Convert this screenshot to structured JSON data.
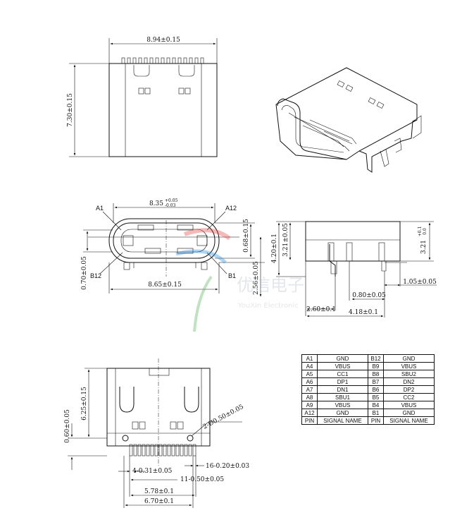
{
  "top_view": {
    "width_dim": "8.94±0.15",
    "height_dim": "7.30±0.15"
  },
  "front_view": {
    "opening_dim_main": "8.35",
    "opening_dim_tol_upper": "+0.05",
    "opening_dim_tol_lower": "-0.03",
    "overall_width_dim": "8.65±0.15",
    "pin_a1_label": "A1",
    "pin_a12_label": "A12",
    "pin_b12_label": "B12",
    "pin_b1_label": "B1",
    "left_vert_dim": "0.70±0.05",
    "right_vert_dim_top": "0.68±0.15",
    "right_vert_dim_bottom": "2.56±0.05"
  },
  "side_view": {
    "height_dim": "4.20±0.1",
    "body_dim": "3.21±0.05",
    "right_dim_main": "3.21",
    "right_dim_tol_upper": "+0.1",
    "right_dim_tol_lower": "0.0",
    "pin_pitch_dim": "0.80±0.05",
    "left_offset_dim": "2.60±0.1",
    "overall_dim": "4.18±0.1",
    "tail_dim": "1.05±0.05"
  },
  "footprint_view": {
    "vert_dim_long": "6.25±0.15",
    "vert_dim_short": "0.60±0.05",
    "hole_dim": "2-Ø0.50±0.05",
    "pad_width_dim": "4-0.31±0.05",
    "pad_width_dim2": "16-0.20±0.03",
    "pitch_dim": "11-0.50±0.05",
    "span_dim": "5.78±0.1",
    "overall_dim": "6.70±0.1"
  },
  "watermark": {
    "cn": "优信电子",
    "en": "YouXin Electronic"
  },
  "pin_table": {
    "rows": [
      {
        "pin_a": "A1",
        "sig_a": "GND",
        "pin_b": "B12",
        "sig_b": "GND"
      },
      {
        "pin_a": "A4",
        "sig_a": "VBUS",
        "pin_b": "B9",
        "sig_b": "VBUS"
      },
      {
        "pin_a": "A5",
        "sig_a": "CC1",
        "pin_b": "B8",
        "sig_b": "SBU2"
      },
      {
        "pin_a": "A6",
        "sig_a": "DP1",
        "pin_b": "B7",
        "sig_b": "DN2"
      },
      {
        "pin_a": "A7",
        "sig_a": "DN1",
        "pin_b": "B6",
        "sig_b": "DP2"
      },
      {
        "pin_a": "A8",
        "sig_a": "SBU1",
        "pin_b": "B5",
        "sig_b": "CC2"
      },
      {
        "pin_a": "A9",
        "sig_a": "VBUS",
        "pin_b": "B4",
        "sig_b": "VBUS"
      },
      {
        "pin_a": "A12",
        "sig_a": "GND",
        "pin_b": "B1",
        "sig_b": "GND"
      },
      {
        "pin_a": "PIN",
        "sig_a": "SIGNAL NAME",
        "pin_b": "PIN",
        "sig_b": "SIGNAL NAME"
      }
    ]
  }
}
